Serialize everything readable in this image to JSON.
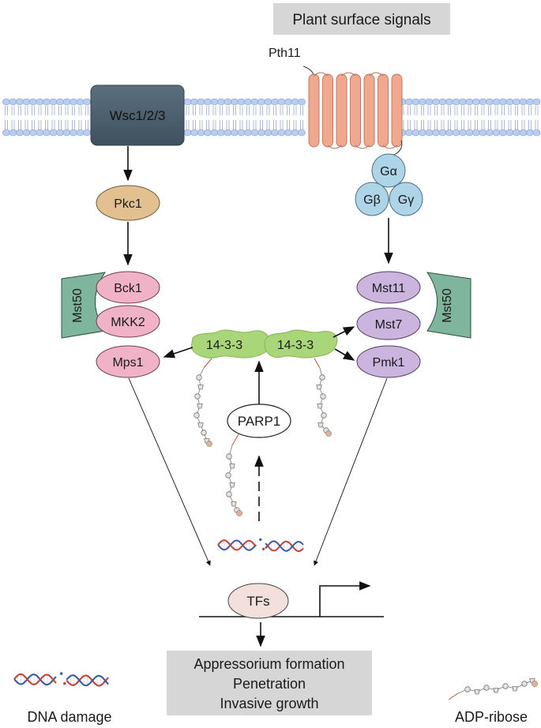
{
  "top_signal": "Plant surface signals",
  "receptor_gpcr": "Pth11",
  "receptor_wsc": "Wsc1/2/3",
  "pkc": "Pkc1",
  "g_alpha": "Gα",
  "g_beta": "Gβ",
  "g_gamma": "Gγ",
  "left_cascade": {
    "scaffold": "Mst50",
    "kinases": [
      "Bck1",
      "MKK2",
      "Mps1"
    ]
  },
  "right_cascade": {
    "scaffold": "Mst50",
    "kinases": [
      "Mst11",
      "Mst7",
      "Pmk1"
    ]
  },
  "adaptor_left": "14-3-3",
  "adaptor_right": "14-3-3",
  "parp": "PARP1",
  "tfs": "TFs",
  "outcomes": [
    "Appressorium formation",
    "Penetration",
    "Invasive growth"
  ],
  "legend": {
    "dna_damage": "DNA damage",
    "adp_ribose": "ADP-ribose"
  },
  "colors": {
    "wsc": "#4a5e6c",
    "pth11": "#f0a98f",
    "pkc": "#e3c08f",
    "g_protein": "#aed4e8",
    "left_kinase": "#f0b2c6",
    "right_kinase": "#cbb4de",
    "scaffold": "#7fb59c",
    "adaptor": "#a9d679",
    "tf": "#f3e0dc",
    "outcome_box": "#d6d6d6",
    "membrane": "#b9cdf0"
  }
}
